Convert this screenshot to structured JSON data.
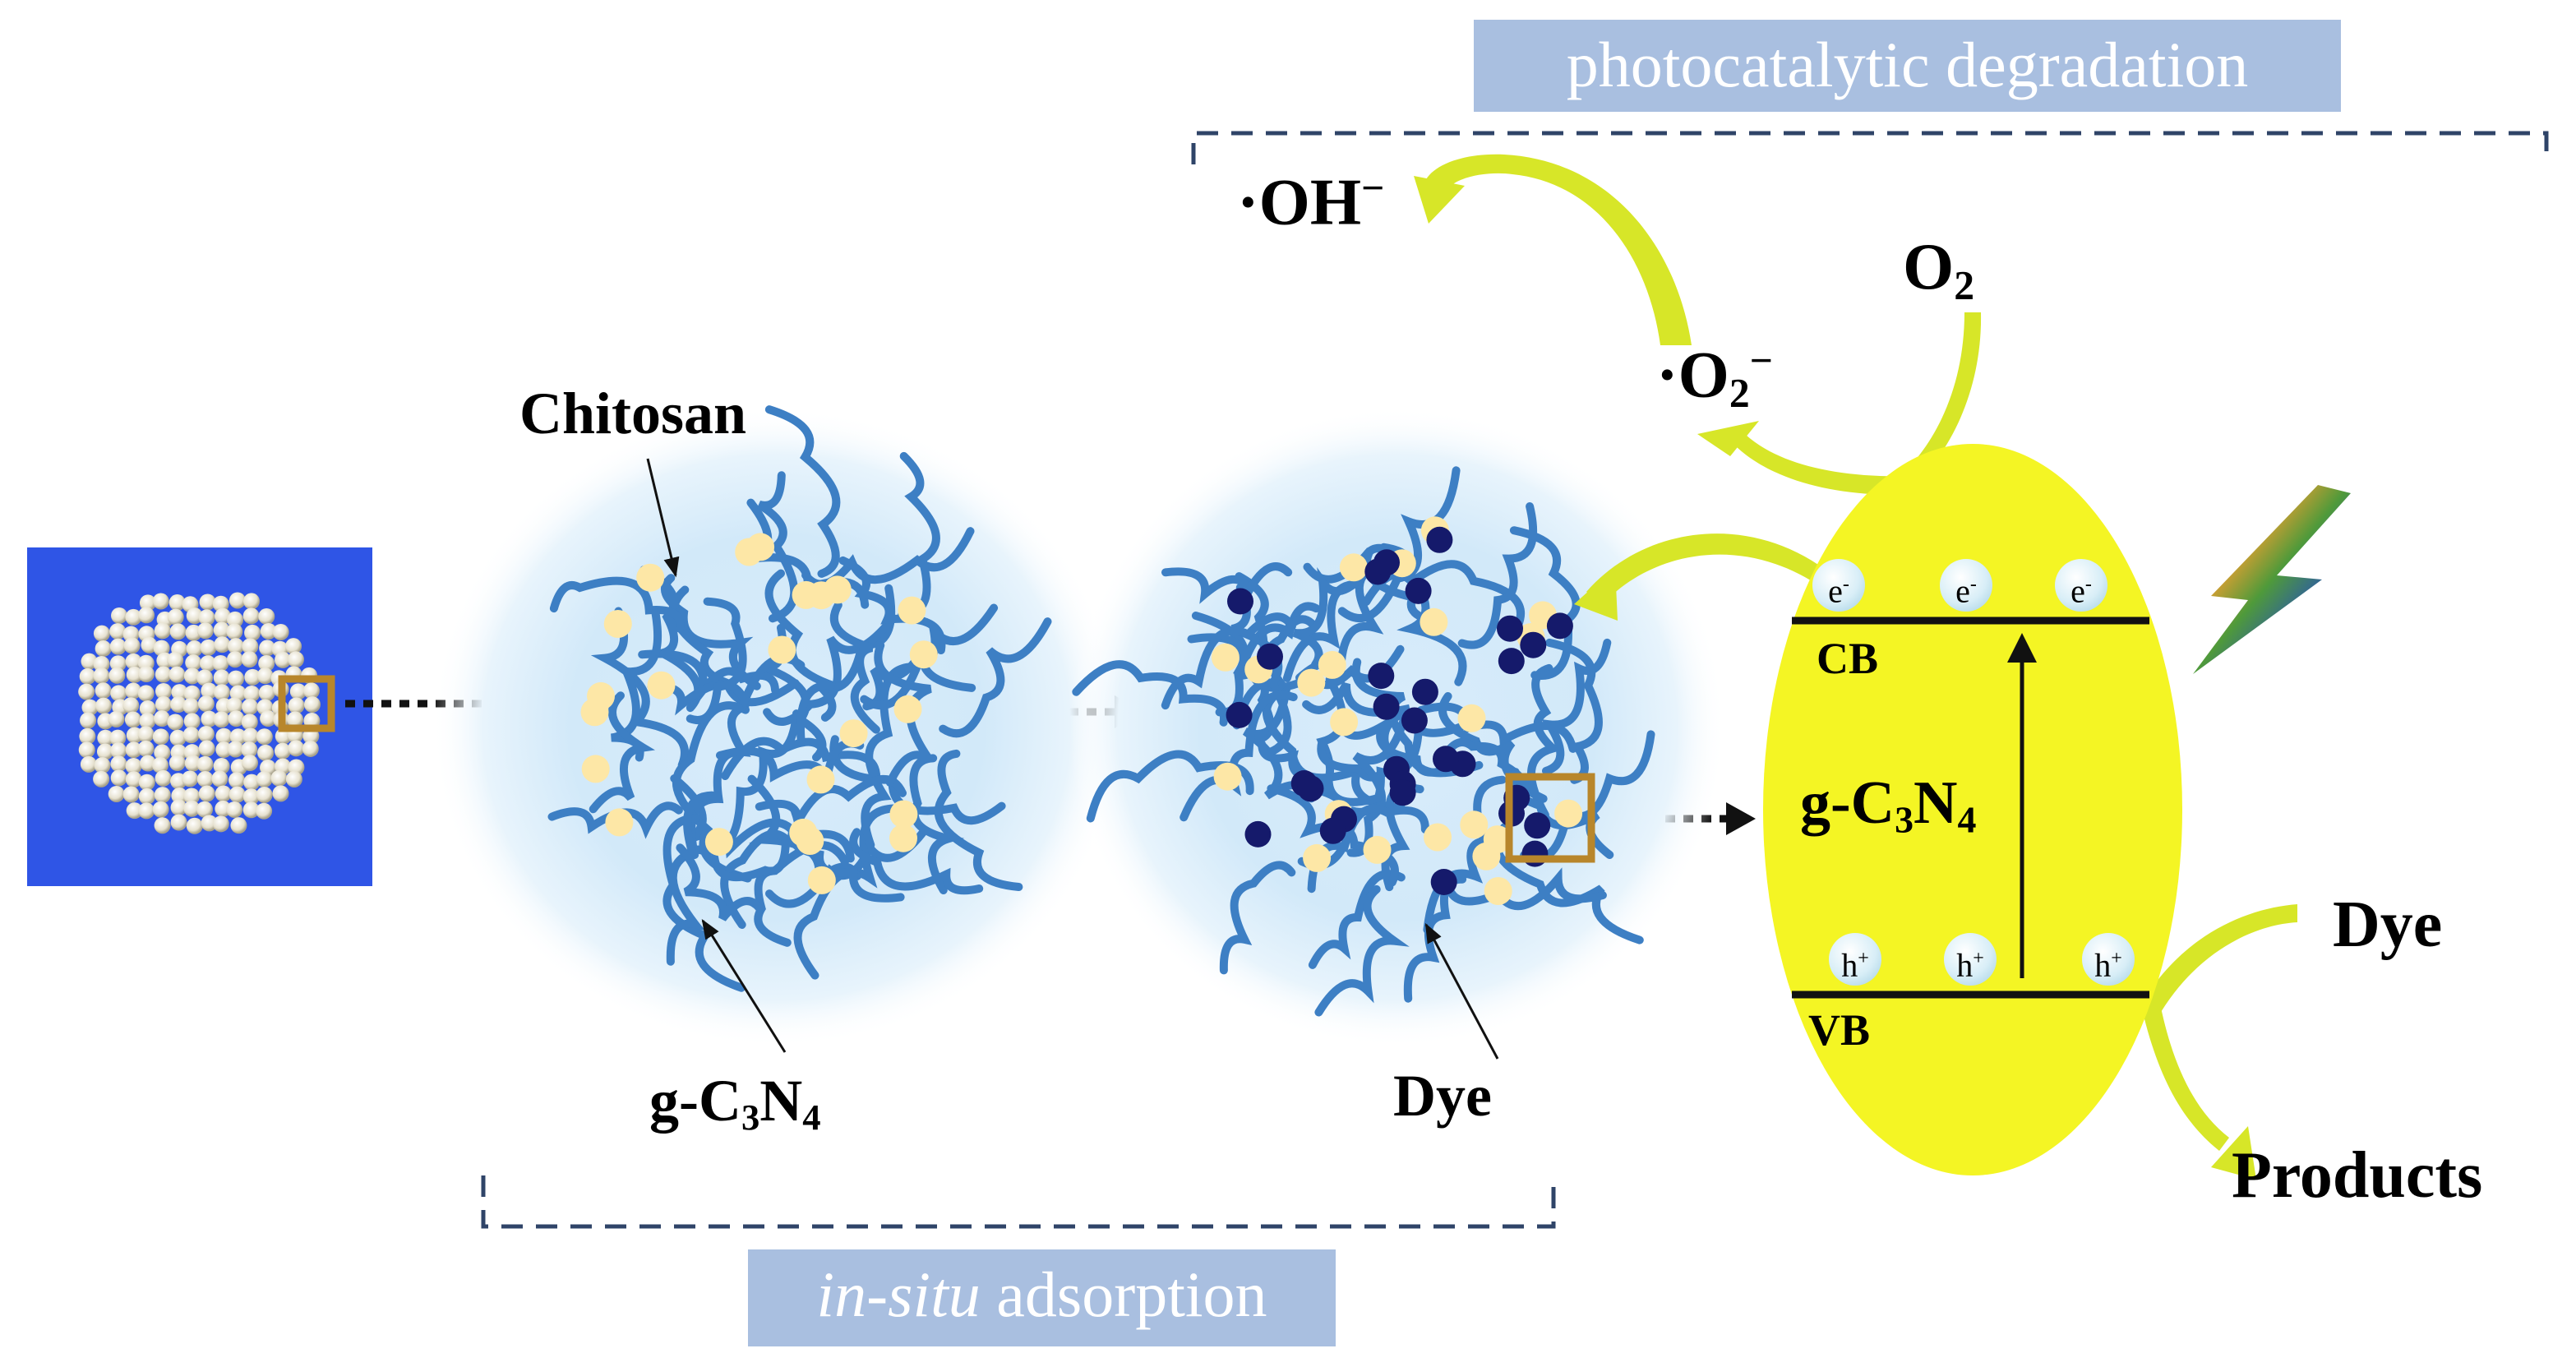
{
  "labels": {
    "photocatalytic_degradation": "photocatalytic degradation",
    "in_situ_italic": "in-situ",
    "in_situ_rest": " adsorption",
    "chitosan": "Chitosan",
    "gcn_prefix": "g-C",
    "gcn_sub1": "3",
    "gcn_mid": "N",
    "gcn_sub2": "4",
    "dye_bead": "Dye",
    "oh_radical": "·OH",
    "oh_charge": "−",
    "superoxide_prefix": "·O",
    "superoxide_sub": "2",
    "superoxide_charge": "−",
    "oxygen": "O",
    "oxygen_sub": "2",
    "cb": "CB",
    "vb": "VB",
    "catalyst_prefix": "g-C",
    "catalyst_sub1": "3",
    "catalyst_mid": "N",
    "catalyst_sub2": "4",
    "electron": "e",
    "electron_charge": "-",
    "hole": "h",
    "hole_charge": "+",
    "dye_out": "Dye",
    "products": "Products"
  },
  "colors": {
    "photo_background": "#2f55e6",
    "chitosan_strand": "#3d7fc4",
    "gcn_particle": "#fde7a6",
    "dye_particle": "#151a6b",
    "catalyst_fill": "#f4f524",
    "curved_arrow": "#d7e628",
    "label_box": "#a9bfe0",
    "highlight_box": "#b8862b",
    "bracket": "#2f4468"
  }
}
